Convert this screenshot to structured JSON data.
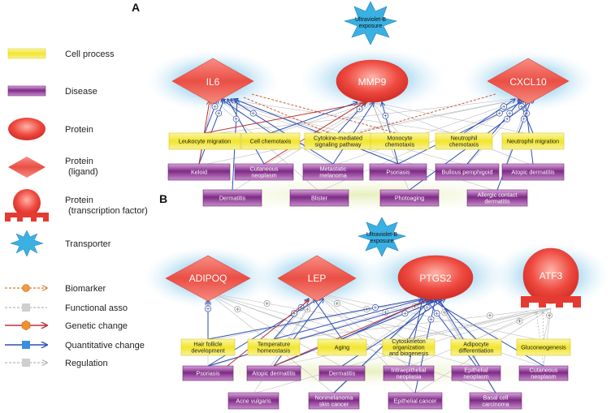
{
  "legend": {
    "cell_process": "Cell process",
    "disease": "Disease",
    "protein": "Protein",
    "protein_ligand_1": "Protein",
    "protein_ligand_2": "(ligand)",
    "protein_tf_1": "Protein",
    "protein_tf_2": "(transcription factor)",
    "transporter": "Transporter",
    "biomarker": "Biomarker",
    "functional_asso": "Functional asso",
    "genetic_change": "Genetic change",
    "quantitative_change": "Quantitative change",
    "regulation": "Regulation"
  },
  "colors": {
    "process_fill": "#f3ea3a",
    "disease_fill": "#8a3a8e",
    "protein_fill": "#e8463e",
    "halo": "#7ec3e6",
    "transporter": "#3ab0e3",
    "biomarker": "#e07a2a",
    "functional": "#b8b8b8",
    "genetic": "#b83232",
    "quantitative": "#2c4fb5"
  },
  "panel_a": {
    "label": "A",
    "exposure_1": "Ultraviolet-B",
    "exposure_2": "exposure",
    "hubs": {
      "il6": "IL6",
      "mmp9": "MMP9",
      "cxcl10": "CXCL10"
    },
    "processes": [
      [
        "Leukocyte migration"
      ],
      [
        "Cell chemotaxis"
      ],
      [
        "Cytokine-mediated",
        "signaling pathway"
      ],
      [
        "Monocyte",
        "chemotaxis"
      ],
      [
        "Neutrophil",
        "chemotaxis"
      ],
      [
        "Neutrophil migration"
      ]
    ],
    "diseases_row1": [
      [
        "Keloid"
      ],
      [
        "Cutaneous",
        "neoplasm"
      ],
      [
        "Metastatic",
        "melanoma"
      ],
      [
        "Psoriasis"
      ],
      [
        "Bullous pemphigoid"
      ],
      [
        "Atopic dermatitis"
      ]
    ],
    "diseases_row2": [
      [
        "Dermatitis"
      ],
      [
        "Blister"
      ],
      [
        "Photoaging"
      ],
      [
        "Allergic contact",
        "dermatitis"
      ]
    ]
  },
  "panel_b": {
    "label": "B",
    "exposure_1": "Ultraviolet-B",
    "exposure_2": "exposure",
    "hubs": {
      "adipoq": "ADIPOQ",
      "lep": "LEP",
      "ptgs2": "PTGS2",
      "atf3": "ATF3"
    },
    "processes": [
      [
        "Hair follicle",
        "development"
      ],
      [
        "Temperature",
        "homeostasis"
      ],
      [
        "Aging"
      ],
      [
        "Cytoskeleton",
        "organization",
        "and biogenesis"
      ],
      [
        "Adipocyte",
        "differentiation"
      ],
      [
        "Gluconeogenesis"
      ]
    ],
    "diseases_row1": [
      [
        "Psoriasis"
      ],
      [
        "Atopic dermatitis"
      ],
      [
        "Dermatitis"
      ],
      [
        "Intraepithelial",
        "neoplasia"
      ],
      [
        "Epithelial",
        "neoplasm"
      ],
      [
        "Cutaneous",
        "neoplasm"
      ]
    ],
    "diseases_row2": [
      [
        "Acne vulgaris"
      ],
      [
        "Nonmelanoma",
        "skin cancer"
      ],
      [
        "Epithelial cancer"
      ],
      [
        "Basal cell",
        "carcinoma"
      ]
    ]
  }
}
